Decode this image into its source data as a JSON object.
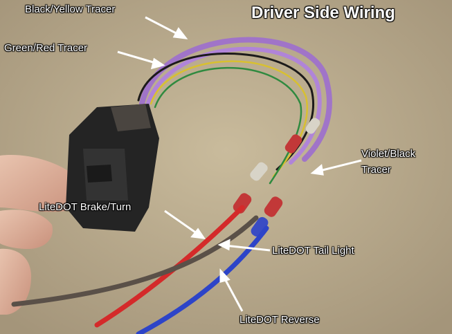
{
  "title": "Driver Side Wiring",
  "labels": {
    "black_yellow": "Black/Yellow Tracer",
    "green_red": "Green/Red Tracer",
    "violet_black_line1": "Violet/Black",
    "violet_black_line2": "Tracer",
    "brake_turn": "LiteDOT Brake/Turn",
    "tail_light": "LiteDOT Tail Light",
    "reverse": "LiteDOT Reverse"
  },
  "colors": {
    "wire_red": "#d42a2a",
    "wire_blue": "#2d44c8",
    "wire_gray": "#5a5048",
    "wire_violet": "#a074c8",
    "wire_black": "#1c1a1a",
    "connector": "#242424",
    "annotation_text": "#ffffff"
  }
}
